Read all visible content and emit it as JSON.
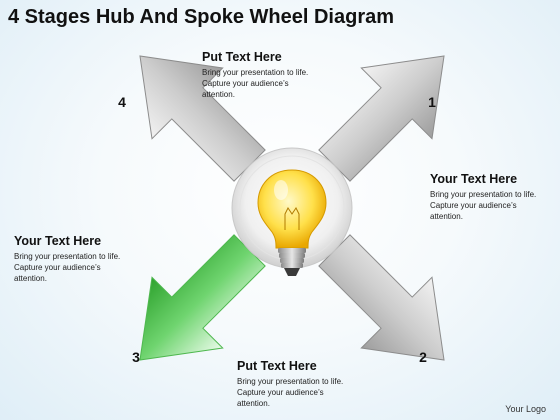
{
  "title": "4 Stages Hub And Spoke Wheel Diagram",
  "stages": [
    {
      "number": "1",
      "color": "#cfcfcf"
    },
    {
      "number": "2",
      "color": "#cfcfcf"
    },
    {
      "number": "3",
      "color": "#6fd46f"
    },
    {
      "number": "4",
      "color": "#cfcfcf"
    }
  ],
  "text_blocks": {
    "top": {
      "heading": "Put Text Here",
      "body": "Bring your presentation to life. Capture your audience’s attention."
    },
    "right": {
      "heading": "Your Text Here",
      "body": "Bring your presentation to life. Capture your audience’s  attention."
    },
    "left": {
      "heading": "Your Text Here",
      "body": "Bring your presentation to life. Capture your audience’s  attention."
    },
    "bottom": {
      "heading": "Put Text Here",
      "body": "Bring your presentation to life. Capture your audience’s  attention."
    }
  },
  "hub_icon": "light-bulb-icon",
  "logo": "Your Logo"
}
